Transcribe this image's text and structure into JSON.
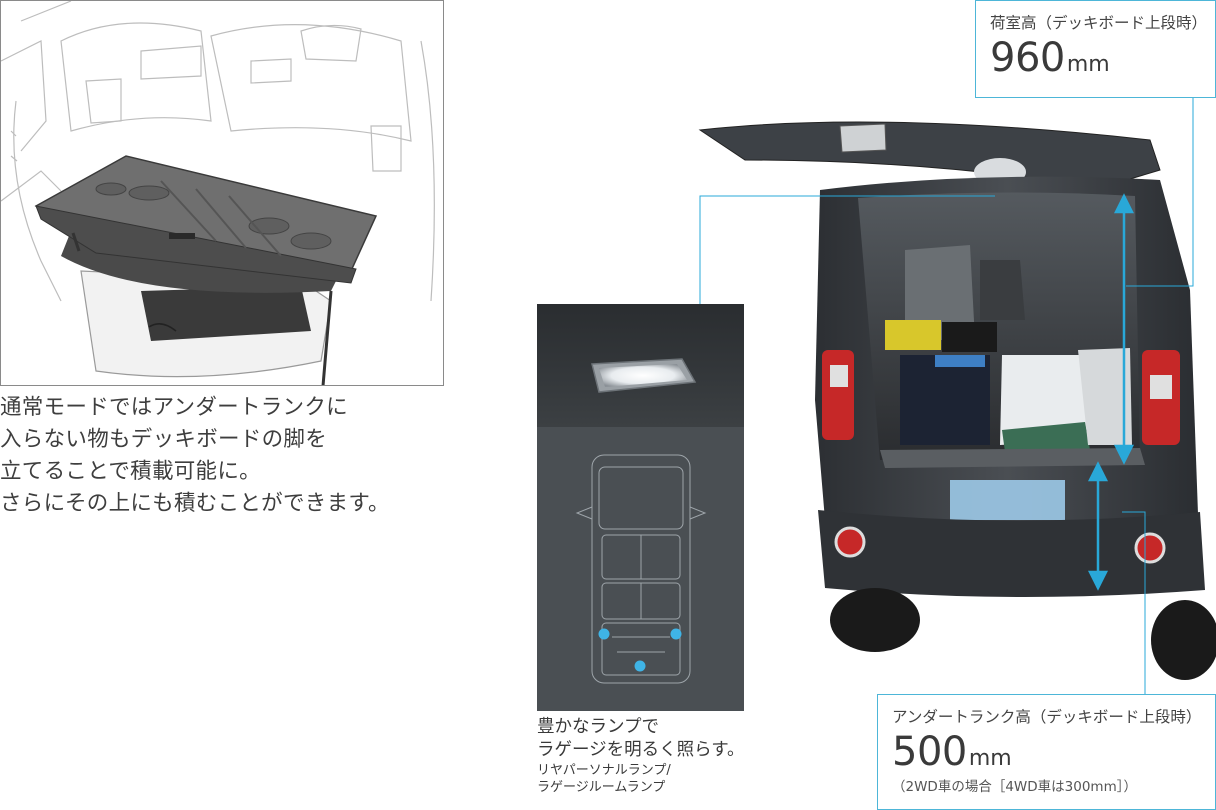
{
  "left_caption": {
    "lines": [
      "通常モードではアンダートランクに",
      "入らない物もデッキボードの脚を",
      "立てることで積載可能に。",
      "さらにその上にも積むことができます。"
    ]
  },
  "lamp_caption": {
    "line1": "豊かなランプで",
    "line2": "ラゲージを明るく照らす。",
    "sub1": "リヤパーソナルランプ/",
    "sub2": "ラゲージルームランプ"
  },
  "spec_top": {
    "label": "荷室高（デッキボード上段時）",
    "value": "960",
    "unit": "mm"
  },
  "spec_bottom": {
    "label": "アンダートランク高（デッキボード上段時）",
    "value": "500",
    "unit": "mm",
    "note": "（2WD車の場合［4WD車は300mm］）"
  },
  "colors": {
    "accent_cyan": "#29a8d8",
    "box_border": "#4db6d8",
    "lamp_dot": "#3fb4e6",
    "diagram_bg": "#4a4f53",
    "car_body": "#3b3e42"
  },
  "icons": {
    "arrow": "double-headed-vertical-arrow"
  }
}
